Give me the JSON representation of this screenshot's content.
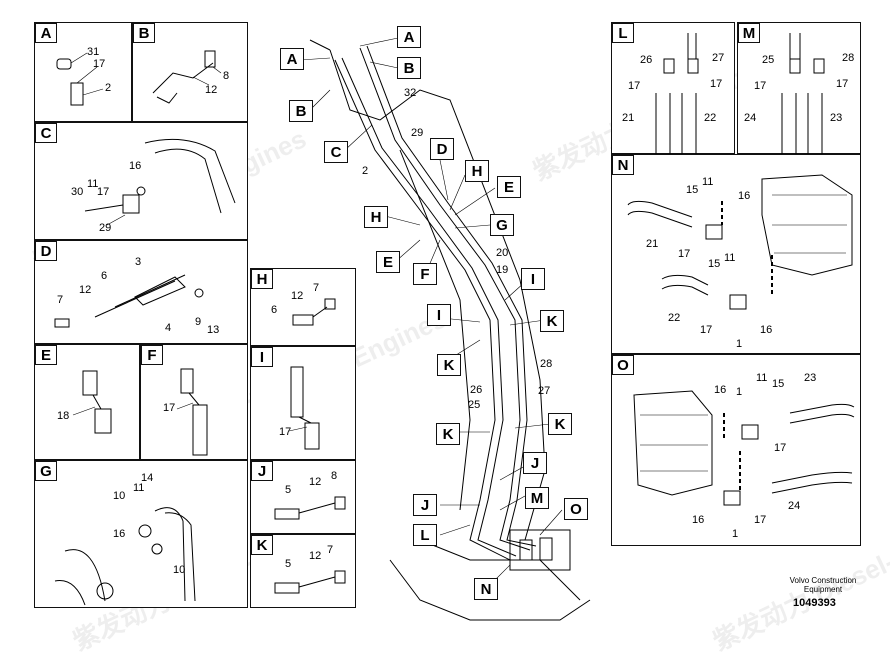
{
  "panels": {
    "A": {
      "label": "A",
      "nums": [
        "31",
        "17",
        "2"
      ]
    },
    "B": {
      "label": "B",
      "nums": [
        "8",
        "12"
      ]
    },
    "C": {
      "label": "C",
      "nums": [
        "16",
        "30",
        "11",
        "17",
        "29"
      ]
    },
    "D": {
      "label": "D",
      "nums": [
        "3",
        "6",
        "12",
        "7",
        "4",
        "9",
        "13"
      ]
    },
    "E": {
      "label": "E",
      "nums": [
        "18"
      ]
    },
    "F": {
      "label": "F",
      "nums": [
        "17"
      ]
    },
    "G": {
      "label": "G",
      "nums": [
        "14",
        "11",
        "10",
        "16",
        "10"
      ]
    },
    "H": {
      "label": "H",
      "nums": [
        "12",
        "7",
        "6"
      ]
    },
    "I": {
      "label": "I",
      "nums": [
        "17"
      ]
    },
    "J": {
      "label": "J",
      "nums": [
        "8",
        "12",
        "5"
      ]
    },
    "K": {
      "label": "K",
      "nums": [
        "12",
        "7",
        "5"
      ]
    },
    "L": {
      "label": "L",
      "nums": [
        "26",
        "27",
        "17",
        "17",
        "21",
        "22"
      ]
    },
    "M": {
      "label": "M",
      "nums": [
        "25",
        "28",
        "17",
        "17",
        "24",
        "23"
      ]
    },
    "N": {
      "label": "N",
      "nums": [
        "15",
        "11",
        "16",
        "21",
        "17",
        "15",
        "11",
        "22",
        "17",
        "16",
        "1"
      ]
    },
    "O": {
      "label": "O",
      "nums": [
        "11",
        "15",
        "23",
        "16",
        "1",
        "17",
        "16",
        "17",
        "24",
        "1"
      ]
    }
  },
  "main": {
    "tags": [
      "A",
      "A",
      "B",
      "B",
      "C",
      "D",
      "H",
      "E",
      "H",
      "G",
      "E",
      "F",
      "I",
      "I",
      "K",
      "K",
      "K",
      "K",
      "J",
      "J",
      "M",
      "L",
      "O",
      "N"
    ],
    "nums": [
      "32",
      "29",
      "2",
      "20",
      "19",
      "28",
      "26",
      "27",
      "25"
    ]
  },
  "watermark": {
    "cn": "紫发动力",
    "en": "Diesel-Engines"
  },
  "footer": {
    "line1": "Volvo Construction",
    "line2": "Equipment",
    "docnum": "1049393"
  }
}
